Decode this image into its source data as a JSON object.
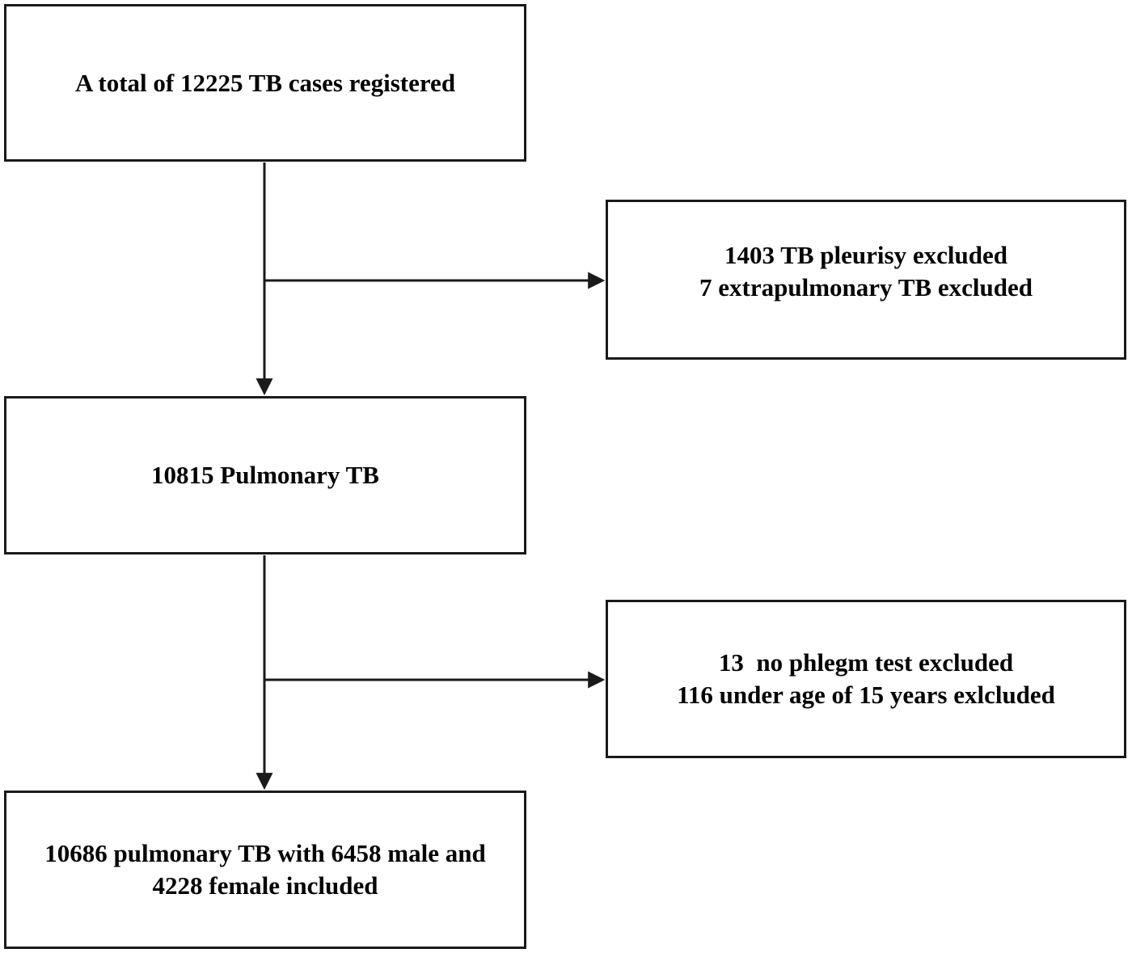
{
  "flow": {
    "figure_type": "study-selection-flowchart",
    "colors": {
      "background": "#ffffff",
      "box_border": "#1a1a1a",
      "connector": "#1a1a1a",
      "text": "#000000"
    },
    "nodes": {
      "registered": {
        "lines": [
          "A total of 12225 TB cases registered"
        ]
      },
      "excluded_pleurisy": {
        "lines": [
          "1403 TB pleurisy excluded",
          "7 extrapulmonary TB excluded"
        ]
      },
      "pulmonary": {
        "lines": [
          "10815 Pulmonary TB"
        ]
      },
      "excluded_phlegm": {
        "lines": [
          "13  no phlegm test excluded",
          "116 under age of 15 years exlcluded"
        ]
      },
      "included": {
        "lines": [
          "10686 pulmonary TB with 6458 male and",
          "4228 female included"
        ]
      }
    }
  }
}
